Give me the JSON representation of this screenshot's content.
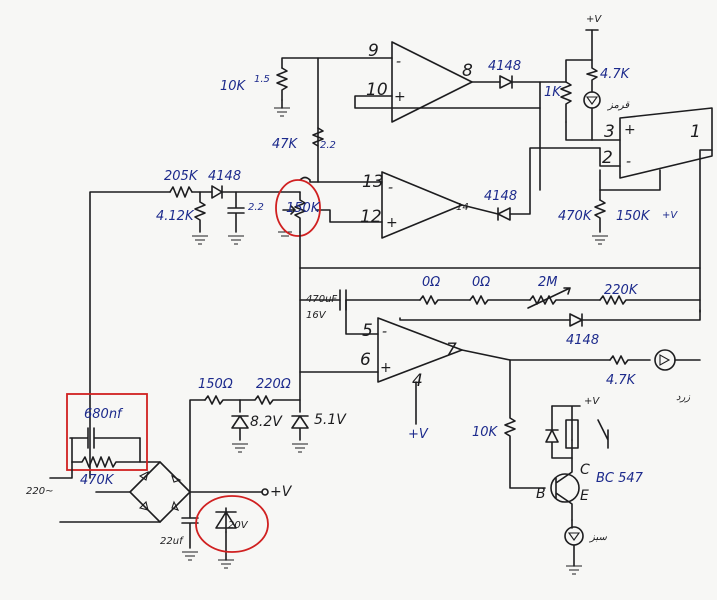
{
  "opamp_pins": {
    "u1_inv": "9",
    "u1_noninv": "10",
    "u1_out": "8",
    "u2_inv": "13",
    "u2_noninv": "12",
    "u2_out": "14",
    "u3_noninv": "3",
    "u3_inv": "2",
    "u3_out": "1",
    "u4_inv": "5",
    "u4_noninv": "6",
    "u4_out": "7",
    "u4_supply": "4"
  },
  "signs": {
    "plus": "+",
    "minus": "-"
  },
  "labels": {
    "r_10k_top": "10K",
    "r_47k_top": "47K",
    "r_205k": "205K",
    "d_4148_input": "4148",
    "r_412k": "4.12K",
    "pot_150k": "150K",
    "d_4148_u1": "4148",
    "d_4148_u2": "4148",
    "r_1k": "1K",
    "r_47k_led": "4.7K",
    "r_470k": "470K",
    "r_150k_fb": "150K",
    "vplus_small": "+V",
    "vplus_top": "+V",
    "cap_470uf": "470uF",
    "cap_16v": "16V",
    "r_0ohm_1": "0Ω",
    "r_0ohm_2": "0Ω",
    "pot_2m": "2M",
    "r_220k": "220K",
    "d_4148_fb": "4148",
    "r_47k_out": "4.7K",
    "r_150ohm": "150Ω",
    "r_220ohm": "220Ω",
    "z_82v": "8.2V",
    "z_51v": "5.1V",
    "vplus_u4": "+V",
    "r_10k_base": "10K",
    "vplus_relay": "+V",
    "transistor": "BC 547",
    "pin_b": "B",
    "pin_c": "C",
    "pin_e": "E",
    "cap_680nf": "680nf",
    "r_470k_in": "470K",
    "mains": "220~",
    "z_20v": "20V",
    "vplus_supply": "+V",
    "cap_22uf": "22uf",
    "small_2_2a": "2.2",
    "small_2_2b": "2.2",
    "small_1_5": "1.5"
  },
  "persian": {
    "red_led": "قرمز",
    "yellow_led": "زرد",
    "green_led": "سبز"
  },
  "annotation_colors": {
    "marker": "#d02020",
    "ink_blue": "#1c2a8c",
    "ink_black": "#1d1d1f"
  }
}
